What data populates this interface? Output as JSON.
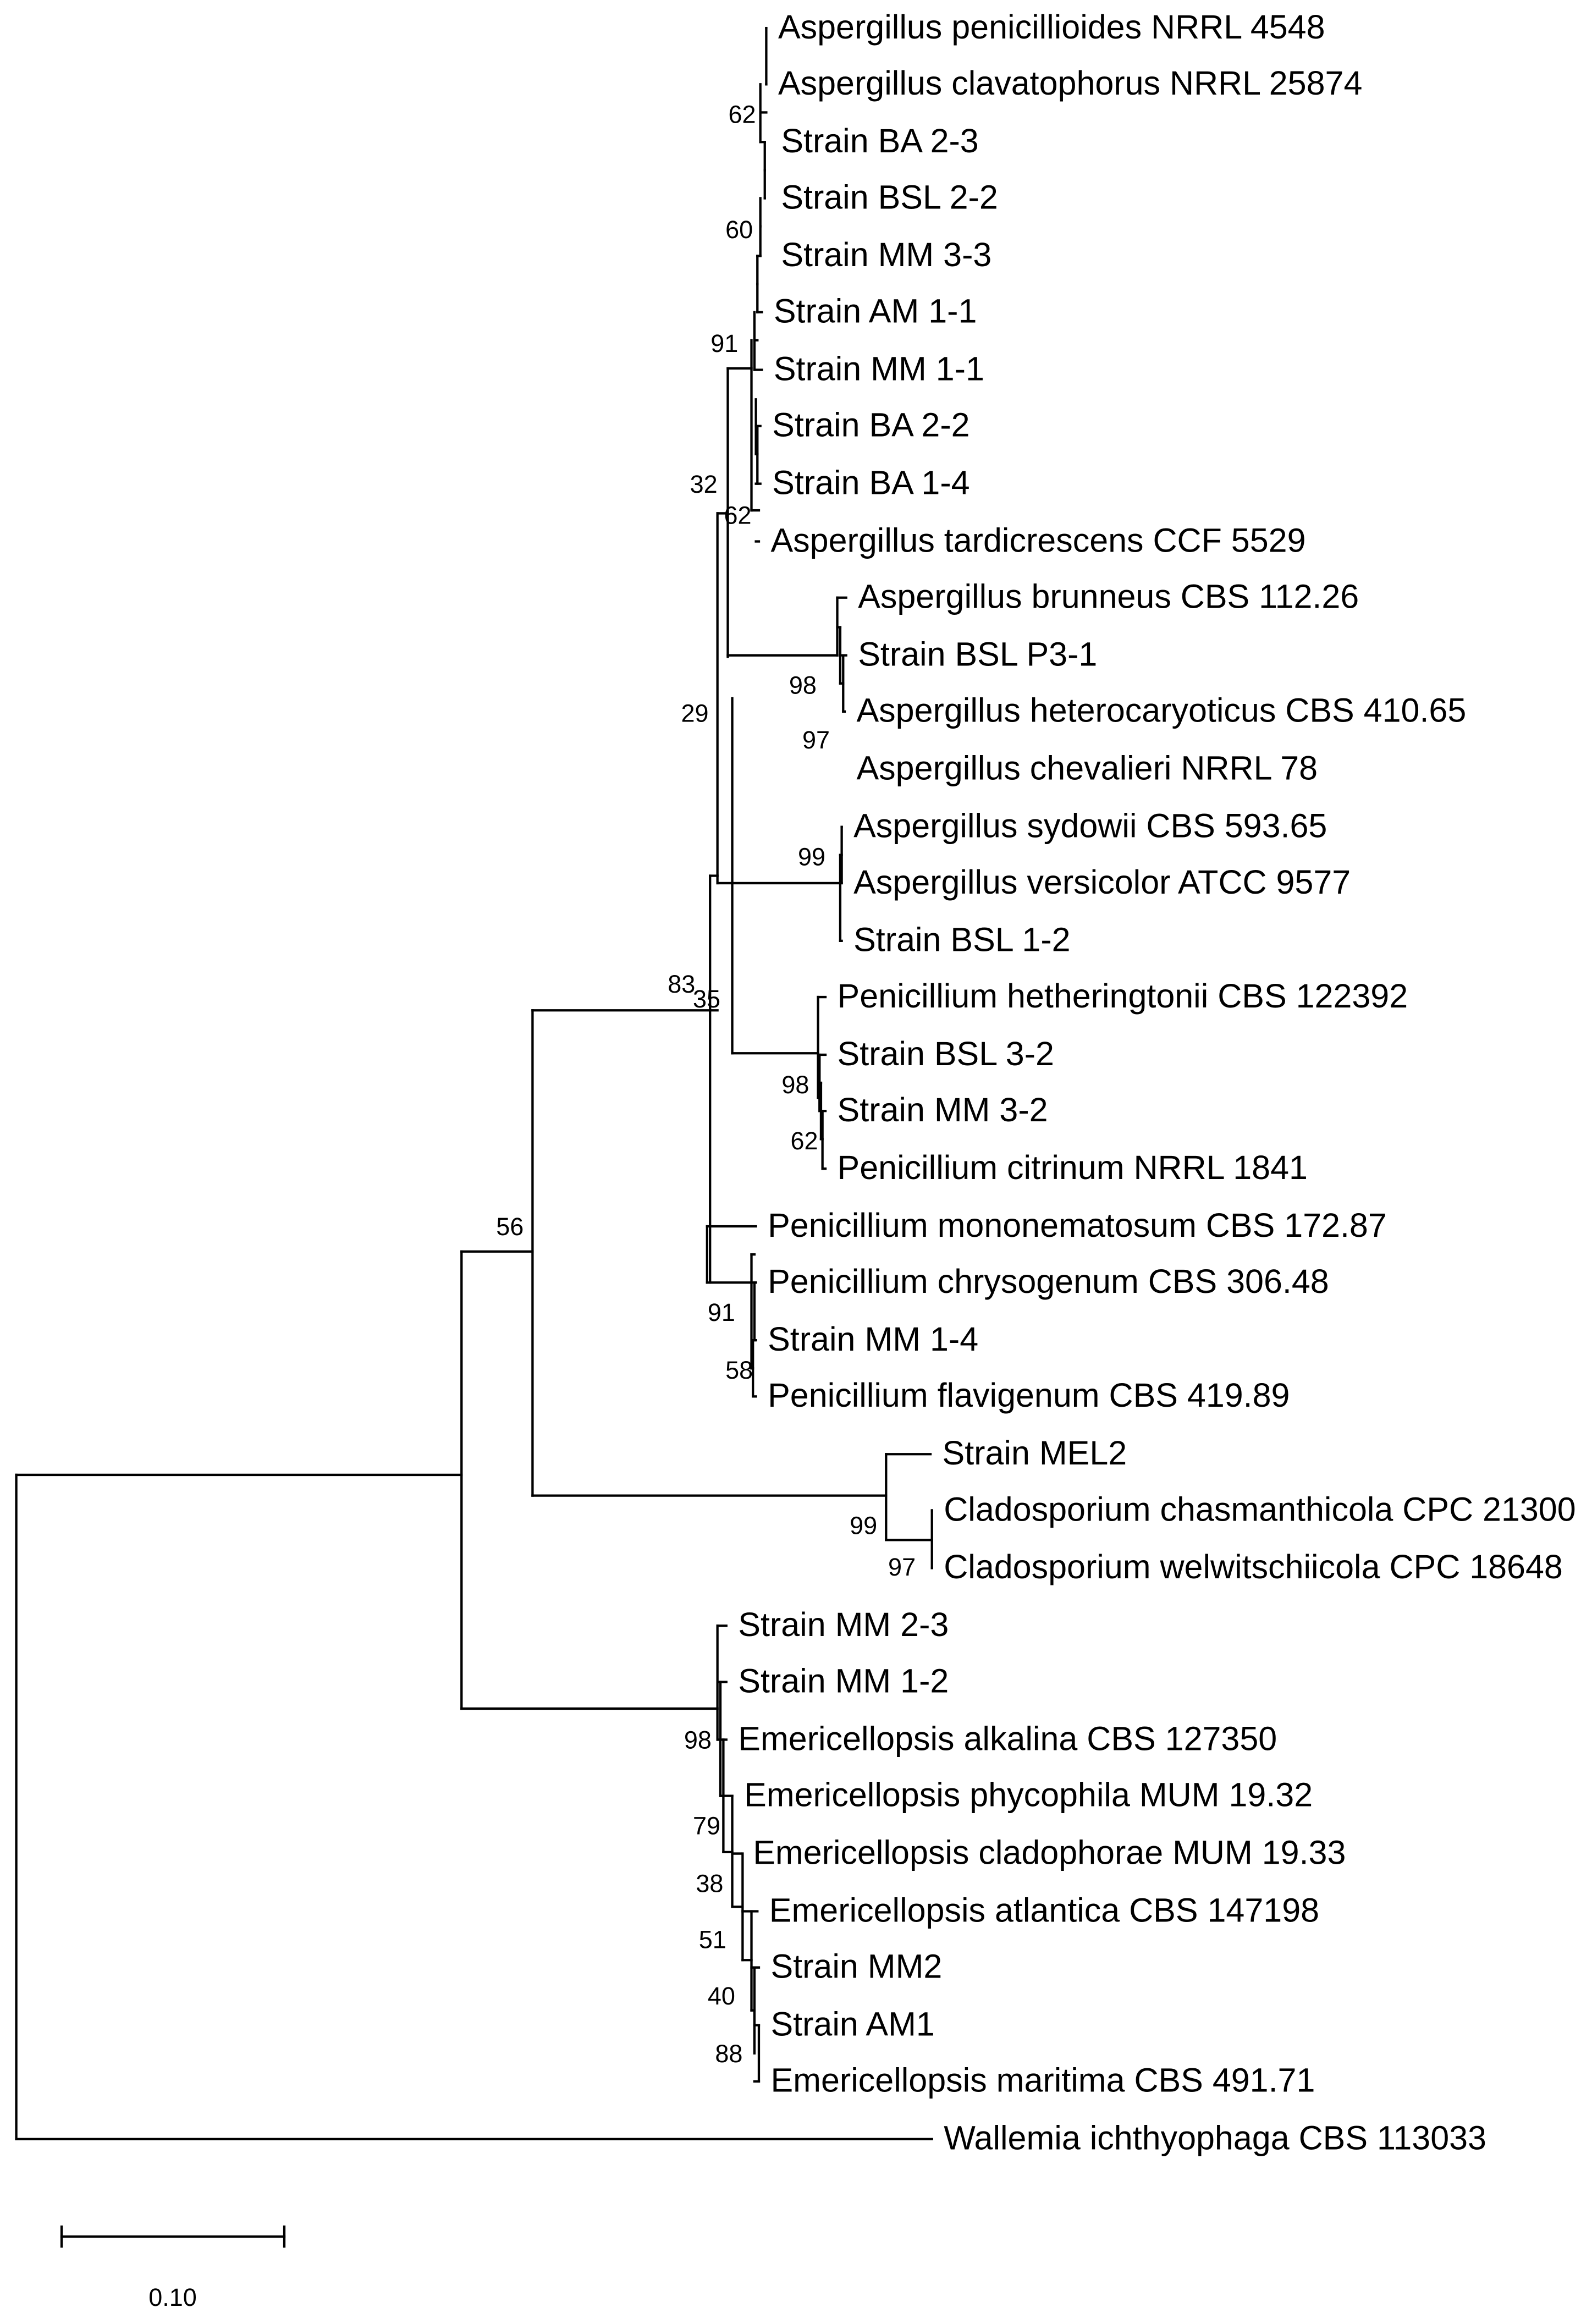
{
  "taxa": [
    "Aspergillus penicillioides NRRL 4548",
    "Aspergillus clavatophorus NRRL 25874",
    "Strain BA 2-3",
    "Strain BSL 2-2",
    "Strain MM 3-3",
    "Strain AM 1-1",
    "Strain MM 1-1",
    "Strain BA 2-2",
    "Strain BA 1-4",
    "Aspergillus tardicrescens CCF 5529",
    "Aspergillus brunneus CBS 112.26",
    "Strain BSL P3-1",
    "Aspergillus heterocaryoticus CBS 410.65",
    "Aspergillus chevalieri NRRL 78",
    "Aspergillus sydowii CBS 593.65",
    "Aspergillus versicolor ATCC 9577",
    "Strain BSL 1-2",
    "Penicillium hetheringtonii CBS 122392",
    "Strain BSL 3-2",
    "Strain MM 3-2",
    "Penicillium citrinum NRRL 1841",
    "Penicillium mononematosum CBS 172.87",
    "Penicillium chrysogenum CBS 306.48",
    "Strain MM 1-4",
    "Penicillium flavigenum CBS 419.89",
    "Strain MEL2",
    "Cladosporium chasmanthicola CPC 21300",
    "Cladosporium welwitschiicola CPC 18648",
    "Strain MM 2-3",
    "Strain MM 1-2",
    "Emericellopsis alkalina CBS 127350",
    "Emericellopsis phycophila MUM 19.32",
    "Emericellopsis cladophorae MUM 19.33",
    "Emericellopsis atlantica CBS 147198",
    "Strain MM2",
    "Strain AM1",
    "Emericellopsis maritima CBS 491.71",
    "Wallemia ichthyophaga CBS 113033"
  ],
  "bootstrap_values": [
    "62",
    "60",
    "91",
    "32",
    "62",
    "98",
    "97",
    "29",
    "99",
    "83",
    "35",
    "98",
    "62",
    "56",
    "91",
    "58",
    "99",
    "97",
    "98",
    "79",
    "38",
    "51",
    "40",
    "88"
  ],
  "scale_bar": {
    "label": "0.10",
    "value": 0.1
  }
}
